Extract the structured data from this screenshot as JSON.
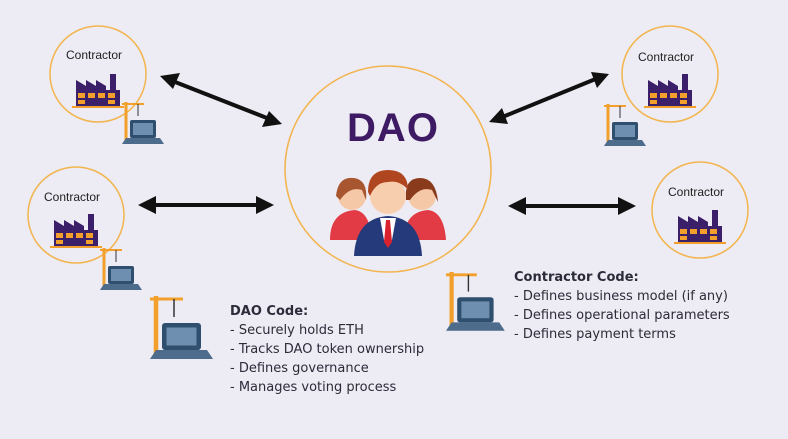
{
  "dao": {
    "title": "DAO"
  },
  "contractors": [
    {
      "label": "Contractor"
    },
    {
      "label": "Contractor"
    },
    {
      "label": "Contractor"
    },
    {
      "label": "Contractor"
    }
  ],
  "dao_code": {
    "heading": "DAO Code:",
    "items": [
      "Securely holds ETH",
      "Tracks DAO token ownership",
      "Defines governance",
      "Manages voting process"
    ]
  },
  "contractor_code": {
    "heading": "Contractor Code:",
    "items": [
      "Defines business model (if any)",
      "Defines operational parameters",
      "Defines payment terms"
    ]
  },
  "colors": {
    "background": "#edebf3",
    "circle_border": "#f2b54f",
    "dao_text": "#3d1a63",
    "factory": "#3b1f68",
    "factory_accent": "#f2a02b",
    "arrow": "#111111"
  },
  "icons": [
    "factory-icon",
    "crane-laptop-icon",
    "team-people-icon",
    "double-arrow-icon"
  ]
}
